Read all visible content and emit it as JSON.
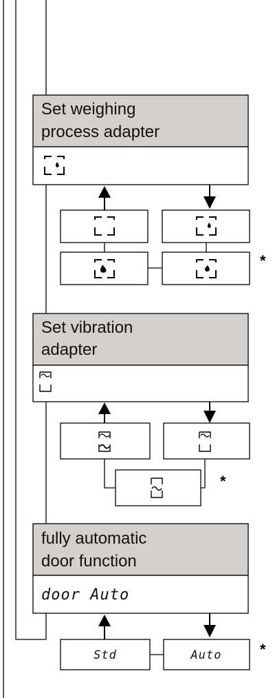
{
  "section_weighing": {
    "title_line1": "Set weighing",
    "title_line2": "process adapter",
    "option_marker": "*"
  },
  "section_vibration": {
    "title_line1": "Set vibration",
    "title_line2": "adapter",
    "option_marker": "*"
  },
  "section_door": {
    "title_line1": "fully automatic",
    "title_line2": "door function",
    "display_value": "door Auto",
    "option_std": "Std",
    "option_auto": "Auto",
    "option_marker": "*"
  },
  "colors": {
    "header_fill": "#d3d0cd",
    "line": "#000000",
    "background": "#ffffff"
  }
}
